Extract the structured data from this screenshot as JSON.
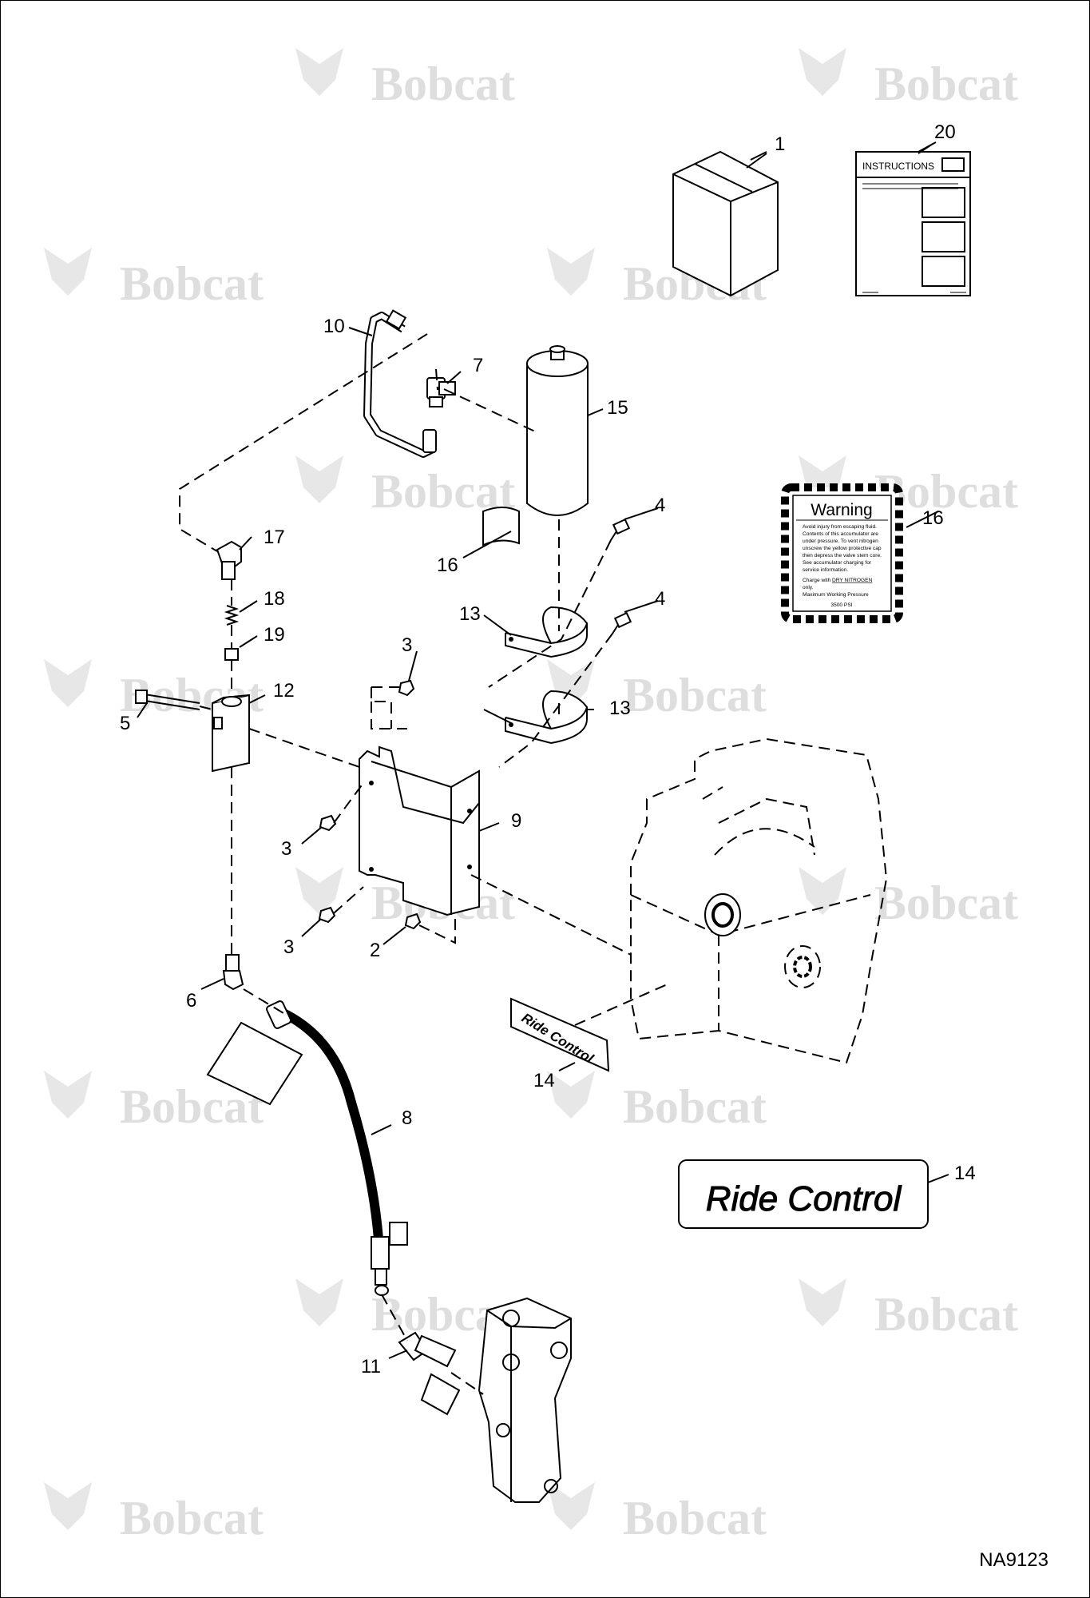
{
  "watermark": {
    "brand": "Bobcat",
    "mark": "."
  },
  "callouts": {
    "c1": "1",
    "c20": "20",
    "c10": "10",
    "c7": "7",
    "c15": "15",
    "c17": "17",
    "c16a": "16",
    "c16b": "16",
    "c4a": "4",
    "c4b": "4",
    "c18": "18",
    "c19": "19",
    "c13a": "13",
    "c13b": "13",
    "c3a": "3",
    "c3b": "3",
    "c3c": "3",
    "c12": "12",
    "c5": "5",
    "c9": "9",
    "c2": "2",
    "c6": "6",
    "c14a": "14",
    "c14b": "14",
    "c8": "8",
    "c11": "11"
  },
  "instructions_card": {
    "title": "INSTRUCTIONS"
  },
  "warning_decal": {
    "title": "Warning",
    "lines": [
      "Avoid injury from escaping fluid.",
      "Contents of this accumulator are",
      "under pressure.  To vent nitrogen",
      "unscrew the yellow protective cap",
      "then depress the valve stem core.",
      "See accumulator charging for",
      "service information."
    ],
    "charge_prefix": "Charge with",
    "charge_gas": "DRY NITROGEN",
    "charge_suffix": "only.",
    "max_pressure_label": "Maximum Working Pressure",
    "max_pressure_value": "3500 PSI"
  },
  "ride_control_decal": {
    "text": "Ride  Control",
    "small_text": "Ride Control"
  },
  "drawing_number": "NA9123"
}
